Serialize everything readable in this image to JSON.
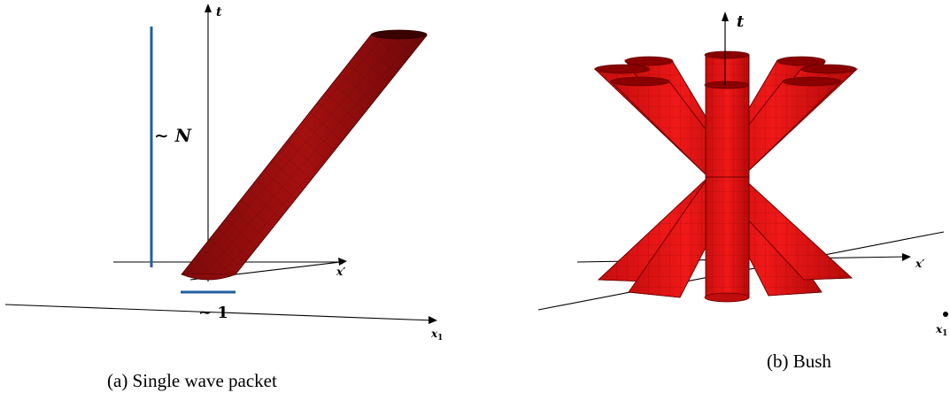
{
  "panel_a": {
    "caption": "(a) Single wave packet",
    "axis_t": "t",
    "axis_xprime": "x′",
    "axis_x1": "x",
    "axis_x1_sub": "1",
    "scale_vertical": "∼ N",
    "scale_horizontal": "∼ 1"
  },
  "panel_b": {
    "caption": "(b) Bush",
    "axis_t": "t",
    "axis_xprime": "x′",
    "axis_x1": "x",
    "axis_x1_sub": "1"
  },
  "colors": {
    "tube_fill": "#9e0e0e",
    "tube_fill_bright": "#e81313",
    "tube_mesh": "#5a0000",
    "scale_bar": "#1f5fa0",
    "axis": "#000000"
  }
}
